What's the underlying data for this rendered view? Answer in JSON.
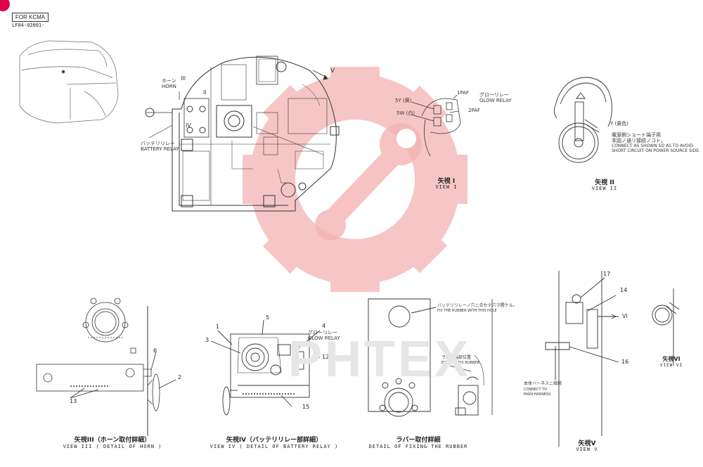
{
  "header": {
    "label": "FOR KCMA",
    "code": "LF04-02001-"
  },
  "watermark": "PHTEX",
  "colors": {
    "watermark_red": "#f2a0a0",
    "line": "#333333",
    "corner_badge": "#e0004f"
  },
  "main_view": {
    "horn_label_jp": "ホーン",
    "horn_label_en": "HORN",
    "battery_relay_jp": "バッテリリレー",
    "battery_relay_en": "BATTERY RELAY",
    "marker_v": "V",
    "marker_ii": "II",
    "marker_iii": "III",
    "marker_iv": "IV"
  },
  "view1": {
    "terminal_1paf": "1PAF",
    "terminal_2paf": "2PAF",
    "glow_relay_jp": "グローリレー",
    "glow_relay_en": "GLOW RELAY",
    "wire_5y": "5Y (黄)",
    "wire_5w": "5W (白)",
    "caption_jp": "矢視 I",
    "caption_en": "VIEW I"
  },
  "view2": {
    "wire_y": "Y (黄色)",
    "note_jp1": "電源側ショート端子用",
    "note_jp2": "本図ノ通リ接続ノコト。",
    "note_en1": "CONNECT AS SHOWN SO AS TO AVOID",
    "note_en2": "SHORT CIRCUIT ON POWER SOURCE SIDE.",
    "caption_jp": "矢視 II",
    "caption_en": "VIEW II"
  },
  "view3": {
    "num_6": "6",
    "num_2": "2",
    "num_13": "13",
    "caption_jp": "矢視III（ホーン取付詳細）",
    "caption_en": "VIEW III ( DETAIL OF HORN )"
  },
  "view4": {
    "num_1": "1",
    "num_3": "3",
    "num_5": "5",
    "num_4": "4",
    "num_12": "12",
    "num_15": "15",
    "glow_relay_jp": "グローリレー",
    "glow_relay_en": "GLOW RELAY",
    "caption_jp": "矢視IV（バッテリリレー部詳細）",
    "caption_en": "VIEW IV ( DETAIL OF BATTERY RELAY )"
  },
  "rubber_detail": {
    "note_jp": "バッテリリレーノ穴ニ合セテ穴ヲ開ケル。",
    "note_en": "FIX THE RUBBER WITH THIS HOLE",
    "edge_jp": "ラバー端部位置",
    "edge_en": "EDGE OF FIX RUBBER",
    "caption_jp": "ラバー取付詳細",
    "caption_en": "DETAIL OF FIXING THE RUBBER"
  },
  "view5": {
    "num_17": "17",
    "num_14": "14",
    "num_16": "16",
    "arrow_vi": "VI",
    "harness_jp": "本体ハーネスニ接続",
    "harness_en1": "CONNECT TO",
    "harness_en2": "MAIN HARNESS",
    "caption_jp": "矢視V",
    "caption_en": "VIEW V"
  },
  "view6": {
    "caption_jp": "矢視VI",
    "caption_en": "VIEW VI"
  }
}
